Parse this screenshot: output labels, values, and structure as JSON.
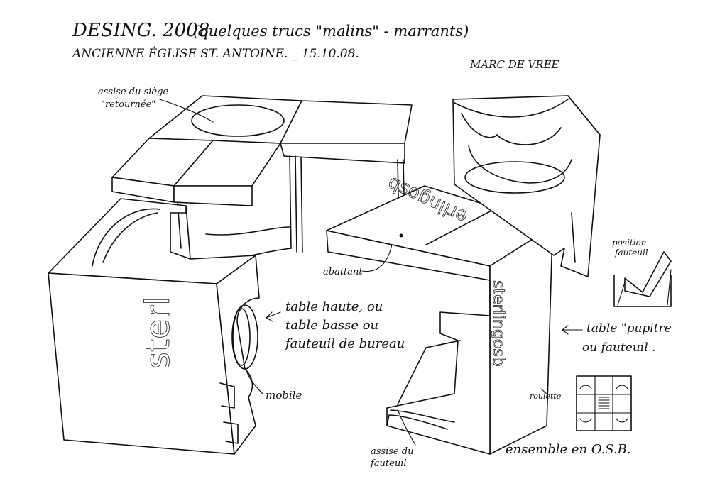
{
  "header": {
    "title": "DESING. 2008",
    "subtitle": "(quelques trucs \"malins\" - marrants)",
    "location": "ANCIENNE ÉGLISE ST. ANTOINE. _ 15.10.08.",
    "author": "MARC DE VREE"
  },
  "annotations": {
    "assise_siege": "assise du siège",
    "retournee": "\"retournée\"",
    "abattant": "abattant",
    "table_haute_1": "table haute, ou",
    "table_haute_2": "table basse ou",
    "table_haute_3": "fauteuil de bureau",
    "mobile": "mobile",
    "position_1": "position",
    "position_2": "fauteuil",
    "pupitre_1": "table \"pupitre",
    "pupitre_2": "ou fauteuil .",
    "roulette": "roulette",
    "assise_fauteuil_1": "assise du",
    "assise_fauteuil_2": "fauteuil",
    "ensemble": "ensemble en O.S.B."
  },
  "brand_texts": {
    "left_block": "sterl",
    "right_side": "sterlingosb",
    "top_lid": "erlingosb"
  }
}
